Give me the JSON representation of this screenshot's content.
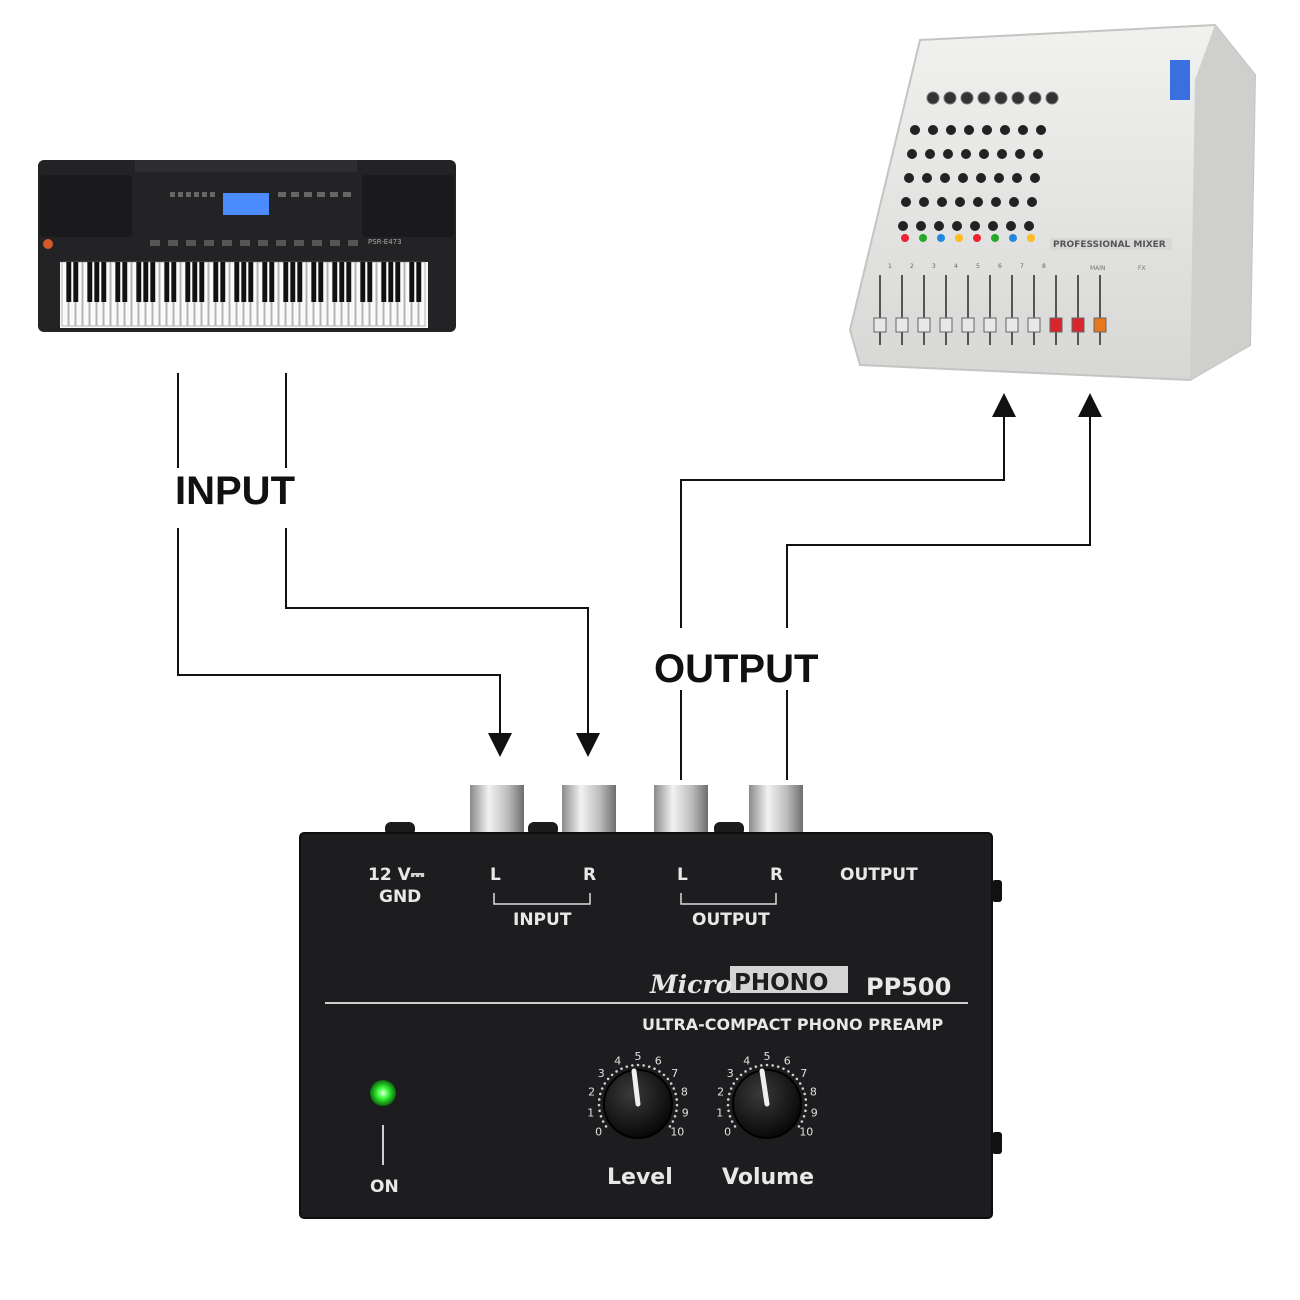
{
  "labels": {
    "input": "INPUT",
    "output": "OUTPUT"
  },
  "keyboard": {
    "panel_text": "PSR-E473"
  },
  "mixer": {
    "name_plate": "PROFESSIONAL MIXER",
    "channel_numbers": [
      "1",
      "2",
      "3",
      "4",
      "5",
      "6",
      "7",
      "8"
    ],
    "section_labels": [
      "MAIN",
      "FX"
    ]
  },
  "preamp": {
    "power_label": "12 V⎓",
    "gnd_label": "GND",
    "input_l": "L",
    "input_r": "R",
    "input_label": "INPUT",
    "output_l": "L",
    "output_r": "R",
    "output_label": "OUTPUT",
    "output_side_label": "OUTPUT",
    "brand_micro": "Micro",
    "brand_phono": "PHONO",
    "model": "PP500",
    "tagline": "ULTRA-COMPACT PHONO PREAMP",
    "on_label": "ON",
    "level_label": "Level",
    "volume_label": "Volume",
    "dial_numbers": [
      "0",
      "1",
      "2",
      "3",
      "4",
      "5",
      "6",
      "7",
      "8",
      "9",
      "10"
    ]
  },
  "colors": {
    "device_body": "#1d1d1f",
    "mixer_body": "#e6e6e4",
    "led": "#3bff3b",
    "mixer_fader_red": "#d8262a",
    "mixer_fader_orange": "#e8781e"
  }
}
